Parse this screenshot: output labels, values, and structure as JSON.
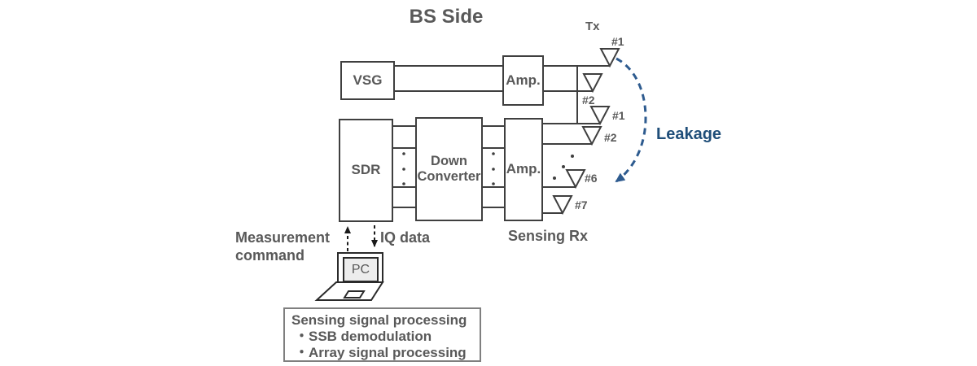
{
  "title": "BS Side",
  "blocks": {
    "vsg": "VSG",
    "amp_tx": "Amp.",
    "sdr": "SDR",
    "down_converter": "Down Converter",
    "amp_rx": "Amp."
  },
  "tx_array": {
    "label": "Tx",
    "antennas": [
      "#1",
      "#2"
    ]
  },
  "rx_array": {
    "label": "Sensing Rx",
    "antennas": [
      "#1",
      "#2",
      "#6",
      "#7"
    ]
  },
  "annotations": {
    "leakage": "Leakage",
    "measurement_command_line1": "Measurement",
    "measurement_command_line2": "command",
    "iq_data": "IQ data"
  },
  "pc": {
    "label": "PC"
  },
  "processing": {
    "title": "Sensing signal processing",
    "bullet": "・",
    "items": [
      "SSB demodulation",
      "Array signal processing"
    ]
  },
  "icons": {
    "antenna": "open-triangle-down",
    "laptop": "laptop-outline",
    "leakage_arrow": "dashed-arc-arrow-blue",
    "command_arrow": "dashed-arrow-up",
    "iq_arrow": "dashed-arrow-down"
  },
  "colors": {
    "accent_blue": "#1F4E79",
    "arc_blue": "#2E5B8F",
    "diagram_line": "#3f3f3f",
    "text_gray": "#595959"
  }
}
